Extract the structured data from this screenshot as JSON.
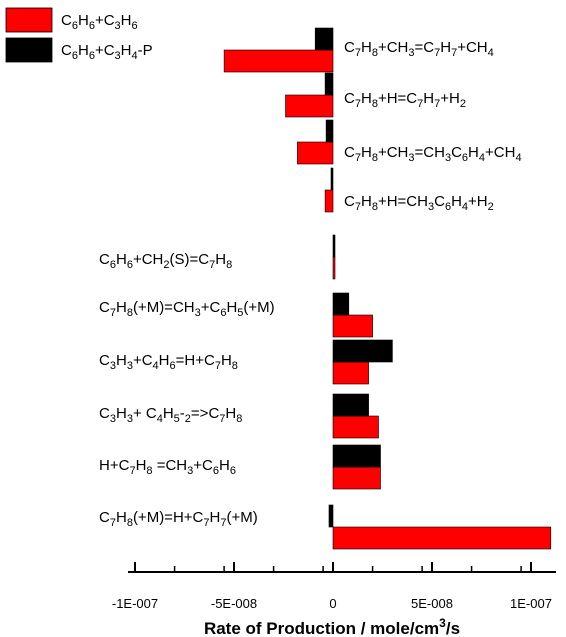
{
  "chart_data": {
    "type": "bar",
    "orientation": "horizontal",
    "xlabel": "Rate of Production / mole/cm3/s",
    "xlim": [
      -1.1e-07,
      1.1e-07
    ],
    "xticks": [
      -1e-07,
      -5e-08,
      0,
      5e-08,
      1e-07
    ],
    "xtick_labels": [
      "-1E-007",
      "-5E-008",
      "0",
      "5E-008",
      "1E-007"
    ],
    "legend_position": "top-left",
    "categories": [
      "C7H8+CH3=C7H7+CH4",
      "C7H8+H=C7H7+H2",
      "C7H8+CH3=CH3C6H4+CH4",
      "C7H8+H=CH3C6H4+H2",
      "C6H6+CH2(S)=C7H8",
      "C7H8(+M)=CH3+C6H5(+M)",
      "C3H3+C4H6=H+C7H8",
      "C3H3+ C4H5-2=>C7H8",
      "H+C7H8 =CH3+C6H6",
      "C7H8(+M)=H+C7H7(+M)"
    ],
    "series": [
      {
        "name": "C6H6+C3H6",
        "color": "#ff0000",
        "values": [
          -5.5e-08,
          -2.4e-08,
          -1.8e-08,
          -4e-09,
          1e-09,
          2e-08,
          1.8e-08,
          2.3e-08,
          2.4e-08,
          1.1e-07
        ]
      },
      {
        "name": "C6H6+C3H4-P",
        "color": "#000000",
        "values": [
          -9e-09,
          -4e-09,
          -3.5e-09,
          -1e-09,
          1e-09,
          8e-09,
          3e-08,
          1.8e-08,
          2.4e-08,
          -2e-09
        ]
      }
    ]
  }
}
